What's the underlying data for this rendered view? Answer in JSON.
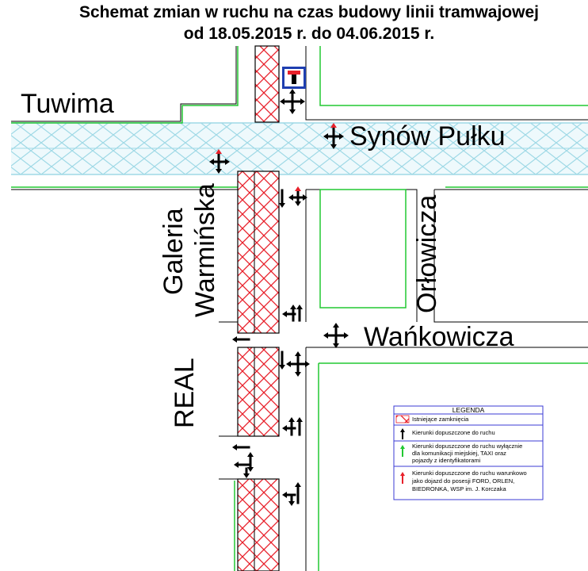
{
  "title": {
    "line1": "Schemat zmian w ruchu na czas budowy linii tramwajowej",
    "line2": "od 18.05.2015 r. do 04.06.2015 r."
  },
  "streets": {
    "tuwima": "Tuwima",
    "synow_pulku": "Synów Pułku",
    "galeria": "Galeria",
    "warminska": "Warmińska",
    "orlowicza": "Orłowicza",
    "wankowicza": "Wańkowicza",
    "real": "REAL"
  },
  "legend": {
    "header": "LEGENDA",
    "closures": "Istniejące zamknięcia",
    "allowed": "Kierunki dopuszczone do ruchu",
    "public_transport": [
      "Kierunki dopuszczone do ruchu wyłącznie",
      "dla komunikacji miejskiej, TAXI oraz",
      "pojazdy z identyfikatorami"
    ],
    "conditional": [
      "Kierunki dopuszczone do ruchu warunkowo",
      "jako dojazd do posesji FORD, ORLEN,",
      "BIEDRONKA, WSP im. J. Korczaka"
    ]
  },
  "colors": {
    "closure": "#e8202a",
    "tram": "#9fd9e6",
    "curb": "#22c832",
    "legend_border": "#3b3bd6",
    "sign": "#1f3fb0",
    "arrow_black": "#000000",
    "arrow_red": "#e8202a",
    "arrow_green": "#22c832"
  },
  "icons": {
    "dead_end_sign": "dead-end-sign-icon"
  }
}
